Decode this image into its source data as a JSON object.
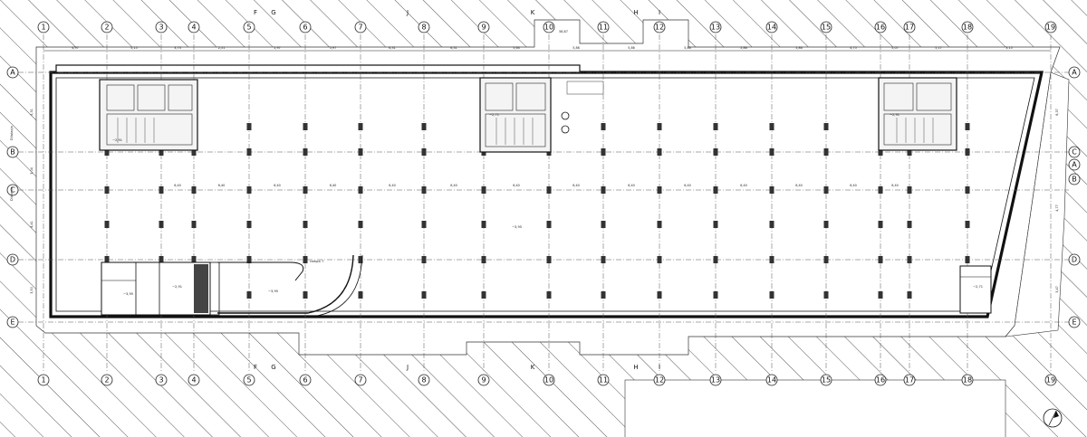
{
  "axes": {
    "numbered": [
      "1",
      "2",
      "3",
      "4",
      "5",
      "6",
      "7",
      "8",
      "9",
      "10",
      "11",
      "12",
      "13",
      "14",
      "15",
      "16",
      "17",
      "18",
      "19"
    ],
    "lettered_columns": [
      "F",
      "G",
      "J",
      "K",
      "H",
      "I"
    ],
    "rows_left": [
      "A",
      "B",
      "C",
      "D",
      "E"
    ],
    "rows_right": [
      "A",
      "C",
      "A",
      "B",
      "D",
      "E"
    ]
  },
  "dimensions": {
    "top": [
      "4,97",
      "5,15",
      "3,73",
      "2,51",
      "5,97",
      "5,97",
      "6,31",
      "6,31",
      "5,64",
      "5,86",
      "5,86",
      "5,86",
      "5,86",
      "5,86",
      "4,75",
      "5,07",
      "5,17",
      "3,15"
    ],
    "bay_row": [
      "6,40",
      "6,40",
      "6,40",
      "6,40",
      "6,40",
      "6,40",
      "6,40",
      "6,40",
      "6,40",
      "6,40",
      "6,40",
      "6,40",
      "6,40",
      "6,40"
    ],
    "top_right": "58,87",
    "left": [
      "5,31",
      "3,04",
      "4,41",
      "3,50"
    ],
    "right": [
      "8,37",
      "4,77",
      "3,47"
    ]
  },
  "annotations": {
    "level_main": "−3,95 ",
    "level_small": [
      "−2,91 ",
      "−2,71 ",
      "−3,95 ",
      "−3,95 ",
      "−2,91 ",
      "−2,71 ",
      "−2,91 "
    ],
    "ramp_note": "rampa ↑",
    "left_note_1": "Dilatacja",
    "left_note_2": "Dilatacja"
  }
}
